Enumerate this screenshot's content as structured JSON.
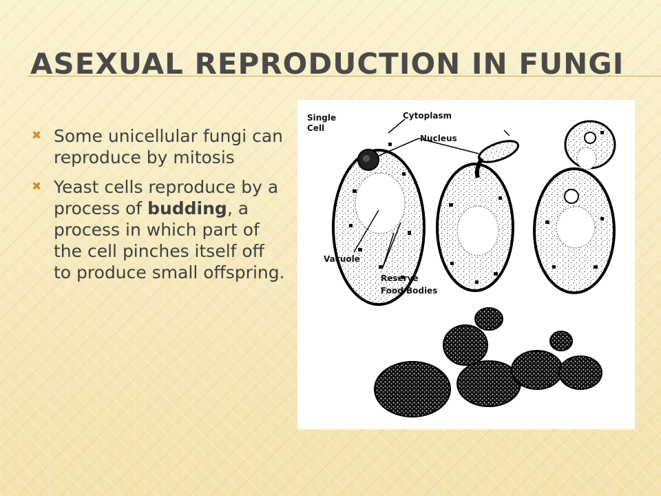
{
  "slide": {
    "title": "Asexual Reproduction in Fungi",
    "bullets": [
      {
        "pre": "Some unicellular fungi can reproduce by mitosis",
        "bold": "",
        "post": ""
      },
      {
        "pre": "Yeast cells reproduce by a process of ",
        "bold": "budding",
        "post": ", a process in which part of the cell pinches itself off to produce small offspring."
      }
    ]
  },
  "figure": {
    "labels": {
      "single_cell_line1": "Single",
      "single_cell_line2": "Cell",
      "cytoplasm": "Cytoplasm",
      "nucleus": "Nucleus",
      "vacuole": "Vacuole",
      "reserve_line1": "Reserve",
      "reserve_line2": "Food Bodies"
    }
  },
  "icons": {
    "bullet": "x-bullet-icon"
  },
  "colors": {
    "accent": "#d48f2a",
    "title": "#4a4a4a",
    "text": "#3f3f3f"
  }
}
